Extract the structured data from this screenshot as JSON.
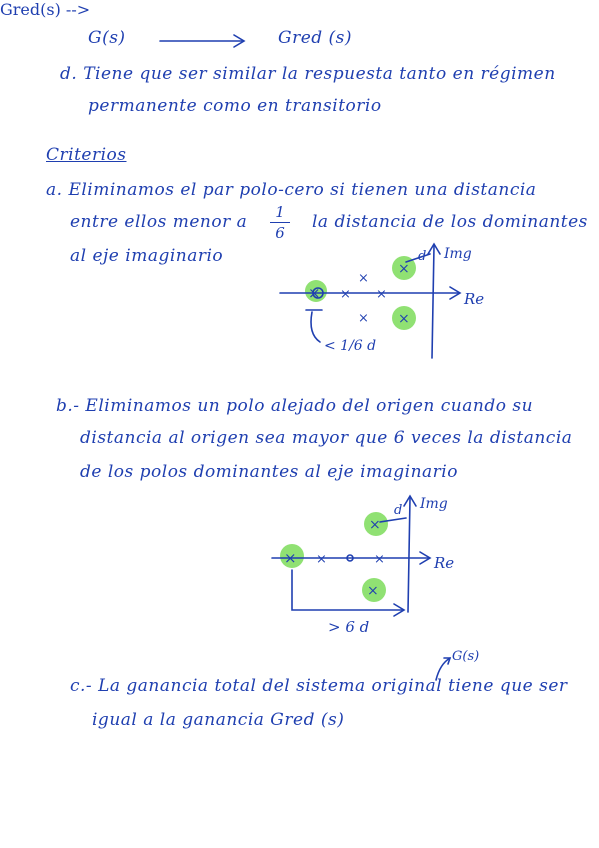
{
  "top": {
    "g_left": "G(s)",
    "g_right": "Gred (s)",
    "point_d_1": "d. Tiene que ser similar la respuesta tanto en régimen",
    "point_d_2": "permanente como en transitorio"
  },
  "criterios": {
    "heading": "Criterios",
    "a_1": "a. Eliminamos el par polo-cero si tienen una distancia",
    "a_2_pre": "entre ellos menor a",
    "a_frac_num": "1",
    "a_frac_den": "6",
    "a_2_post": "la distancia de los dominantes",
    "a_3": "al eje imaginario",
    "b_1": "b.- Eliminamos un polo alejado del origen cuando su",
    "b_2": "distancia al origen sea mayor que 6 veces la distancia",
    "b_3": "de los polos dominantes al eje imaginario",
    "c_gs": "G(s)",
    "c_1": "c.- La ganancia total del sistema original tiene que ser",
    "c_2": "igual a la ganancia Gred (s)"
  },
  "diagram_a": {
    "imag_label": "Img",
    "real_label": "Re",
    "d_label": "d",
    "under_label": "< 1/6 d",
    "x_mark": "×"
  },
  "diagram_b": {
    "imag_label": "Img",
    "real_label": "Re",
    "d_label": "d",
    "under_label": "> 6 d",
    "x_mark": "×"
  },
  "colors": {
    "ink": "#1f3fb0",
    "highlight": "#7cdc5a"
  }
}
